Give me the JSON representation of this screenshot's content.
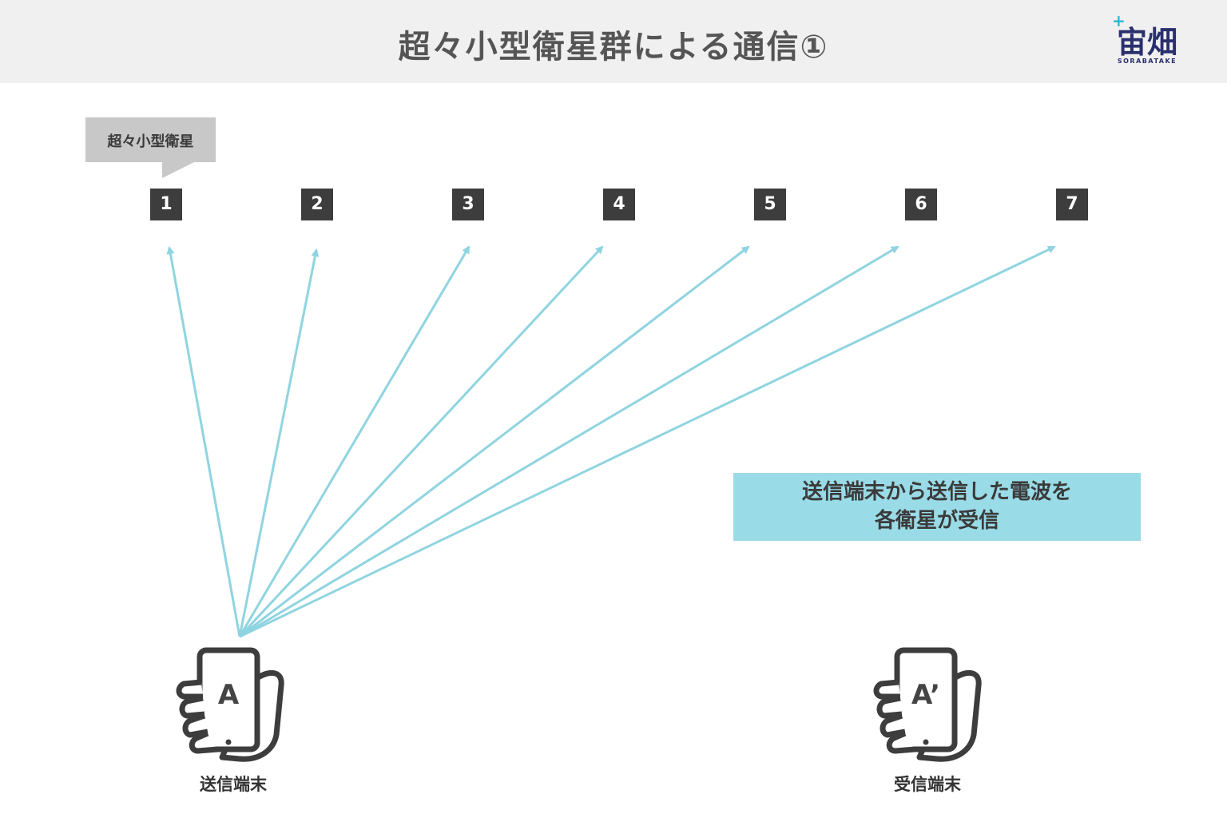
{
  "title": "超々小型衛星群による通信①",
  "logo": {
    "main": "宙畑",
    "sub": "SORABATAKE"
  },
  "callout": "超々小型衛星",
  "satellites": [
    "1",
    "2",
    "3",
    "4",
    "5",
    "6",
    "7"
  ],
  "message": {
    "line1": "送信端末から送信した電波を",
    "line2": "各衛星が受信"
  },
  "sender": {
    "letter": "A",
    "label": "送信端末"
  },
  "receiver": {
    "letter": "A’",
    "label": "受信端末"
  },
  "colors": {
    "arrow": "#8fd4e0",
    "satellite_box": "#3d3d3d",
    "message_box": "#99dbe6",
    "header": "#f0f0f0"
  }
}
